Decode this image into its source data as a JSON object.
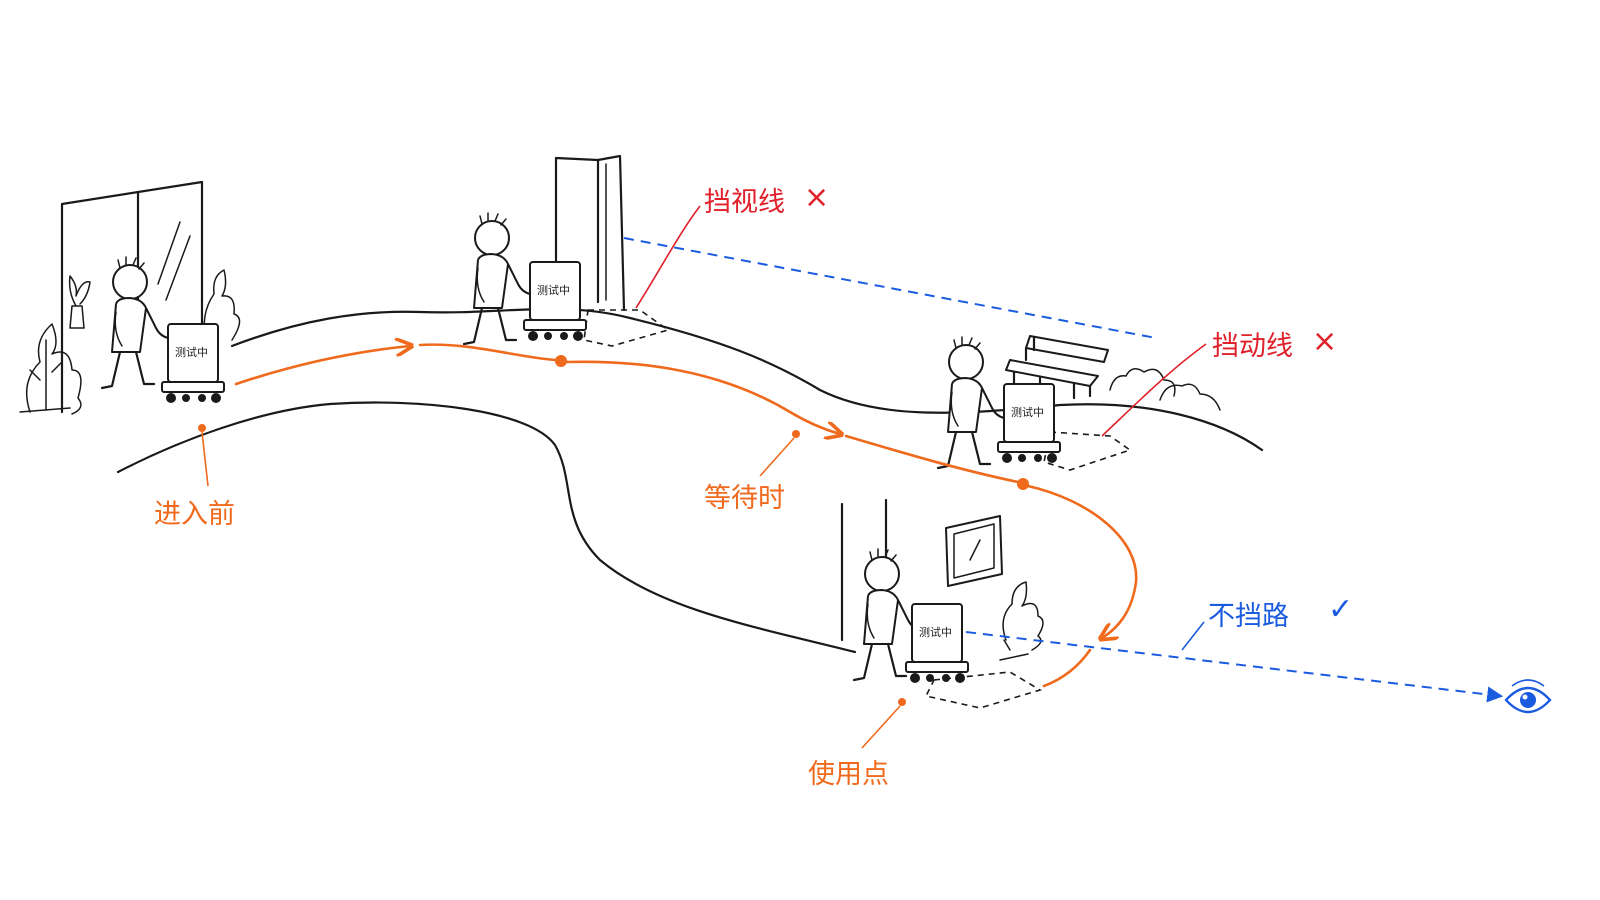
{
  "colors": {
    "process_path": "#f06a1d",
    "warning": "#e0202a",
    "ok_sightline": "#1a5be0",
    "ink": "#1a1a1a"
  },
  "sign_text": "测试中",
  "labels": {
    "before_entry": "进入前",
    "waiting": "等待时",
    "use_point": "使用点",
    "blocks_view": "挡视线",
    "blocks_flow": "挡动线",
    "no_block": "不挡路"
  },
  "marks": {
    "cross": "×",
    "check": "✓"
  },
  "icons": [
    "eye-icon",
    "cross-mark",
    "check-mark"
  ]
}
